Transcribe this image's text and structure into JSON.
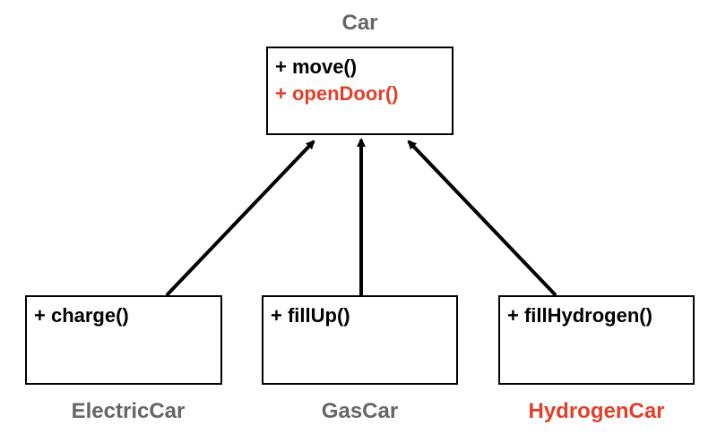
{
  "colors": {
    "line": "#000000",
    "class_name_default": "#666666",
    "highlight": "#e0402a",
    "method_default": "#000000"
  },
  "classes": {
    "car": {
      "name": "Car",
      "methods": [
        {
          "text": "+ move()",
          "color": "#000000"
        },
        {
          "text": "+ openDoor()",
          "color": "#e0402a"
        }
      ]
    },
    "electric_car": {
      "name": "ElectricCar",
      "methods": [
        {
          "text": "+ charge()",
          "color": "#000000"
        }
      ]
    },
    "gas_car": {
      "name": "GasCar",
      "methods": [
        {
          "text": "+ fillUp()",
          "color": "#000000"
        }
      ]
    },
    "hydrogen_car": {
      "name": "HydrogenCar",
      "name_color": "#e0402a",
      "methods": [
        {
          "text": "+ fillHydrogen()",
          "color": "#000000"
        }
      ]
    }
  },
  "relations": [
    {
      "from": "electric_car",
      "to": "car",
      "type": "inheritance"
    },
    {
      "from": "gas_car",
      "to": "car",
      "type": "inheritance"
    },
    {
      "from": "hydrogen_car",
      "to": "car",
      "type": "inheritance"
    }
  ]
}
